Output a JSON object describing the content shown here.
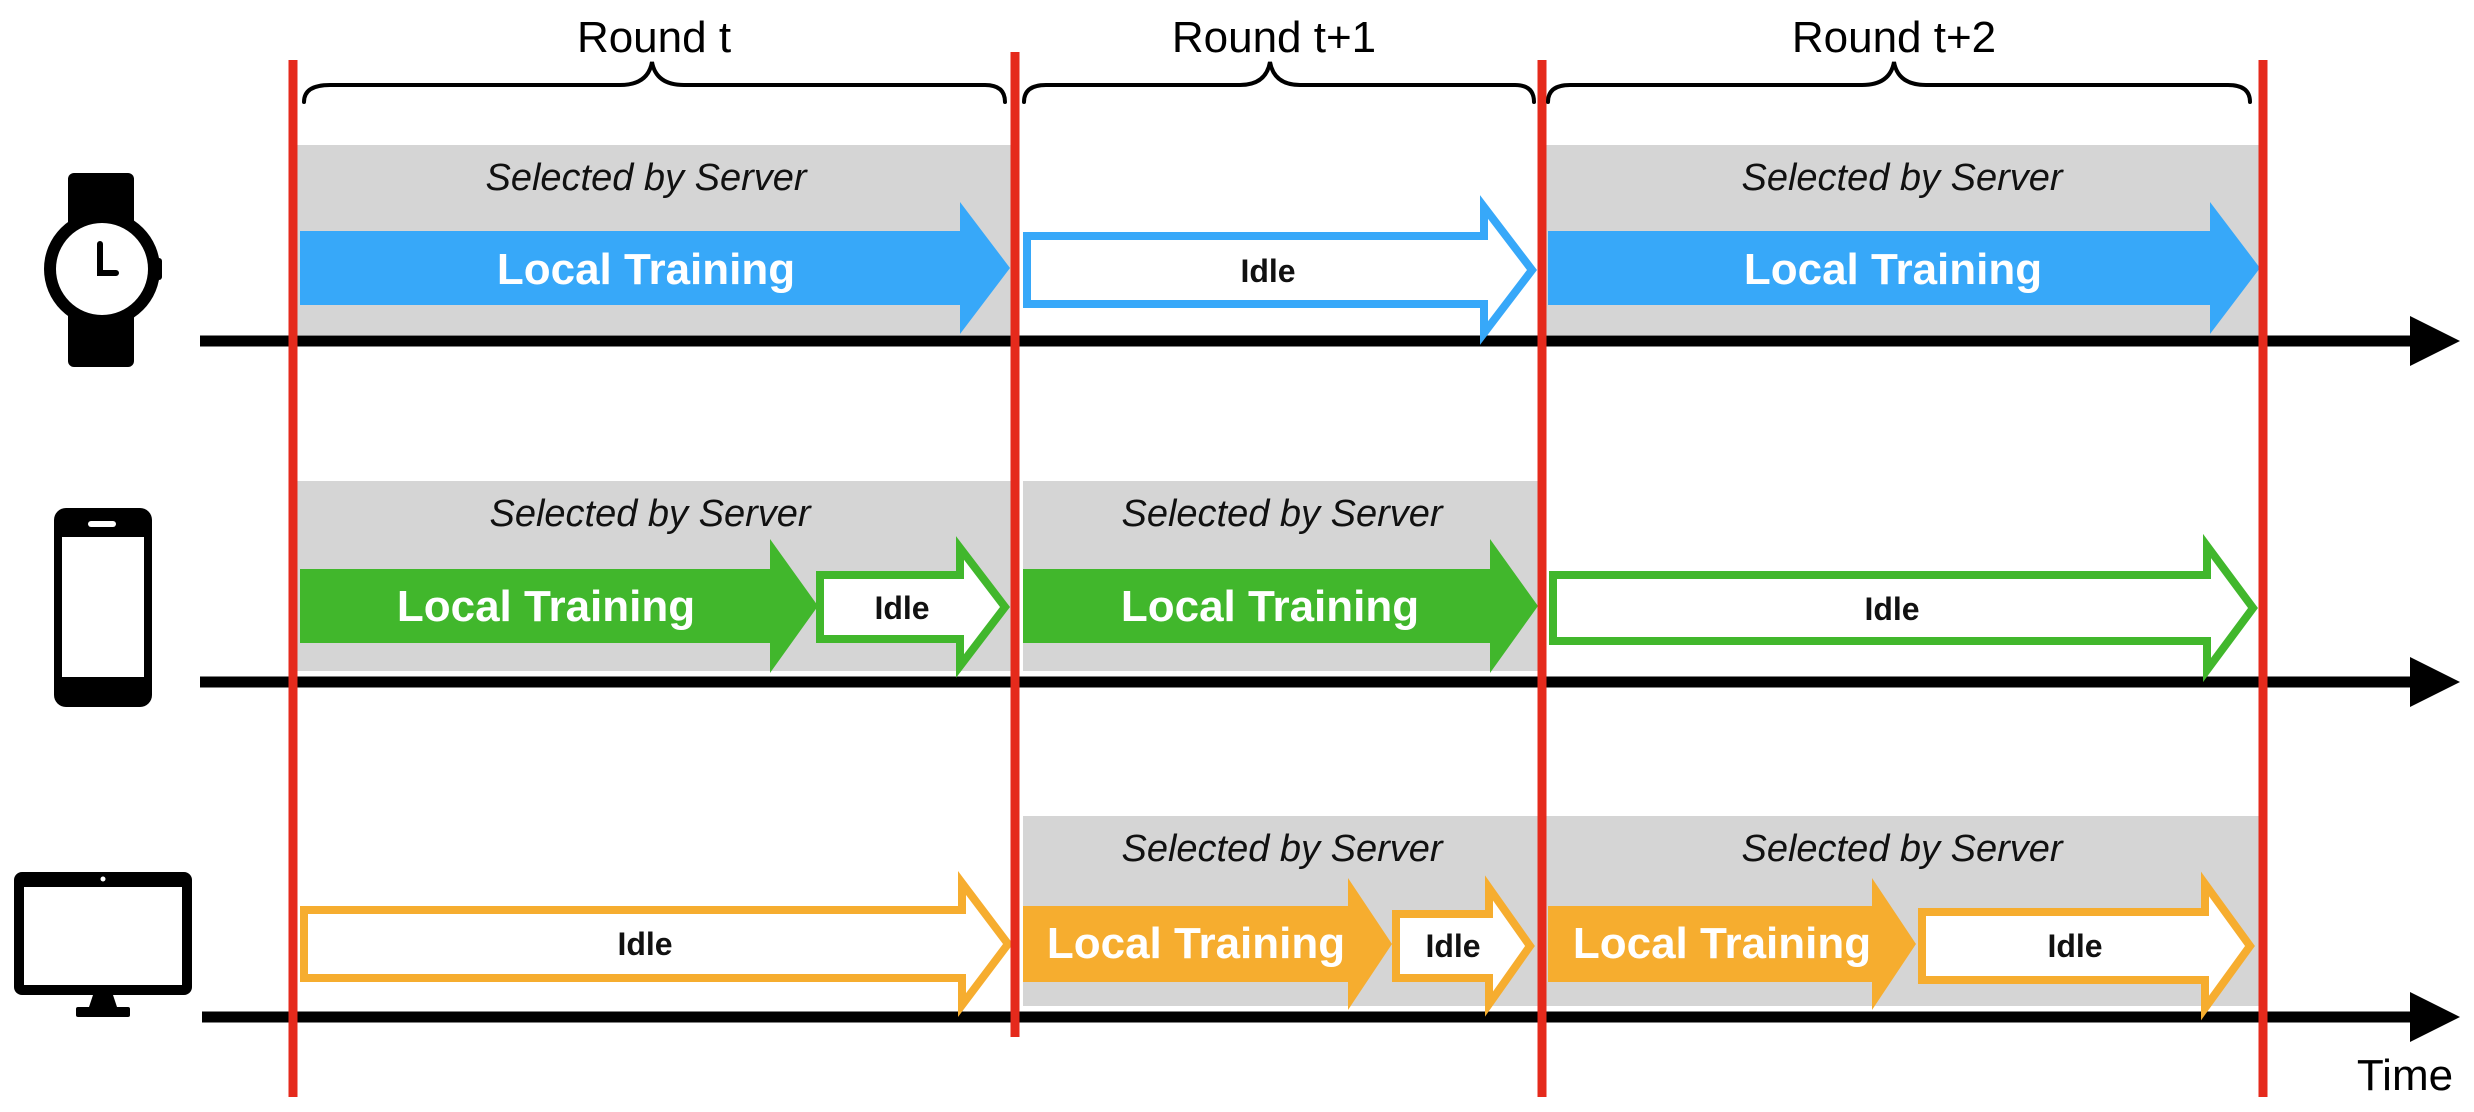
{
  "rounds": [
    {
      "label": "Round t"
    },
    {
      "label": "Round t+1"
    },
    {
      "label": "Round t+2"
    }
  ],
  "time_label": "Time",
  "selected_label": "Selected by Server",
  "training_label": "Local Training",
  "idle_label": "Idle",
  "devices": [
    {
      "name": "smartwatch-icon",
      "color": "#37a8f9"
    },
    {
      "name": "smartphone-icon",
      "color": "#41b72c"
    },
    {
      "name": "desktop-monitor-icon",
      "color": "#f6ad2f"
    }
  ],
  "colors": {
    "boundary": "#e52a1c",
    "selected_band": "#d5d5d5",
    "axis": "#000000"
  }
}
